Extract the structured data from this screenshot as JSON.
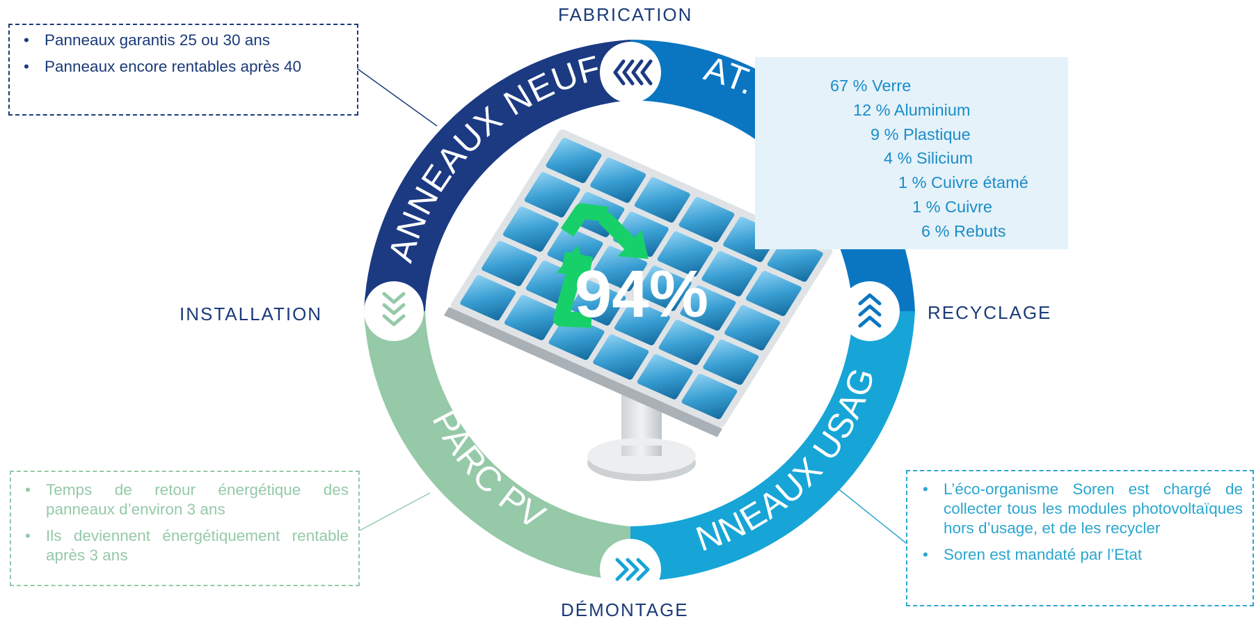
{
  "stages": {
    "fabrication": "FABRICATION",
    "installation": "INSTALLATION",
    "recyclage": "RECYCLAGE",
    "demontage": "DÉMONTAGE"
  },
  "ring": {
    "panneaux_neufs": "PANNEAUX NEUFS",
    "mat_premieres": "MAT. PREMIÈRES",
    "panneaux_usages": "PANNEAUX USAGÉS",
    "parc_pv": "PARC PV"
  },
  "center": {
    "percent": "94%"
  },
  "box_neufs": {
    "items": [
      "Panneaux garantis 25 ou 30 ans",
      "Panneaux encore rentables après 40"
    ]
  },
  "box_parc": {
    "items": [
      "Temps de retour énergétique des panneaux d’environ 3 ans",
      "Ils deviennent énergétiquement rentable après 3 ans"
    ]
  },
  "box_usages": {
    "items": [
      "L’éco-organisme Soren est chargé de collecter tous les modules photovoltaïques hors d’usage, et de les recycler",
      "Soren est mandaté par l’Etat"
    ]
  },
  "materials": [
    "67 % Verre",
    "12 % Aluminium",
    "9 % Plastique",
    "4 % Silicium",
    "1 % Cuivre étamé",
    "1 % Cuivre",
    "6 % Rebuts"
  ],
  "bullet_char": "•",
  "colors": {
    "neufs": "#1b3a82",
    "mat": "#0a76c2",
    "usages": "#16a5d6",
    "parc": "#95c9a8",
    "recycle_arrow": "#18d06a",
    "panel": "#2e90c8"
  },
  "icons": {
    "fabrication": "chevrons-left-icon",
    "installation": "chevrons-down-icon",
    "recyclage": "chevrons-up-icon",
    "demontage": "chevrons-right-icon",
    "center": "recycle-icon"
  }
}
